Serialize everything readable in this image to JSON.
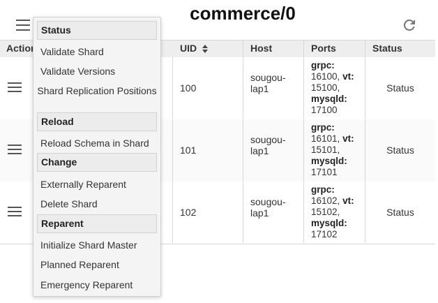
{
  "header": {
    "title": "commerce/0"
  },
  "table": {
    "columns": [
      "Actions",
      "UID",
      "Host",
      "Ports",
      "Status"
    ],
    "rows": [
      {
        "uid": "100",
        "host": "sougou-lap1",
        "grpc": "16100",
        "vt": "15100",
        "mysqld": "17100",
        "status": "Status"
      },
      {
        "uid": "101",
        "host": "sougou-lap1",
        "grpc": "16101",
        "vt": "15101",
        "mysqld": "17101",
        "status": "Status"
      },
      {
        "uid": "102",
        "host": "sougou-lap1",
        "grpc": "16102",
        "vt": "15102",
        "mysqld": "17102",
        "status": "Status"
      }
    ],
    "port_labels": {
      "grpc": "grpc:",
      "vt": "vt:",
      "mysqld": "mysqld:"
    }
  },
  "menu": {
    "status_header": "Status",
    "validate_shard": "Validate Shard",
    "validate_versions": "Validate Versions",
    "shard_replication_positions": "Shard Replication Positions",
    "reload_header": "Reload",
    "reload_schema": "Reload Schema in Shard",
    "change_header": "Change",
    "externally_reparent": "Externally Reparent",
    "delete_shard": "Delete Shard",
    "reparent_header": "Reparent",
    "initialize_shard_master": "Initialize Shard Master",
    "planned_reparent": "Planned Reparent",
    "emergency_reparent": "Emergency Reparent"
  },
  "icons": {
    "menu": "hamburger-icon",
    "refresh": "refresh-icon",
    "sort": "sort-icon"
  }
}
